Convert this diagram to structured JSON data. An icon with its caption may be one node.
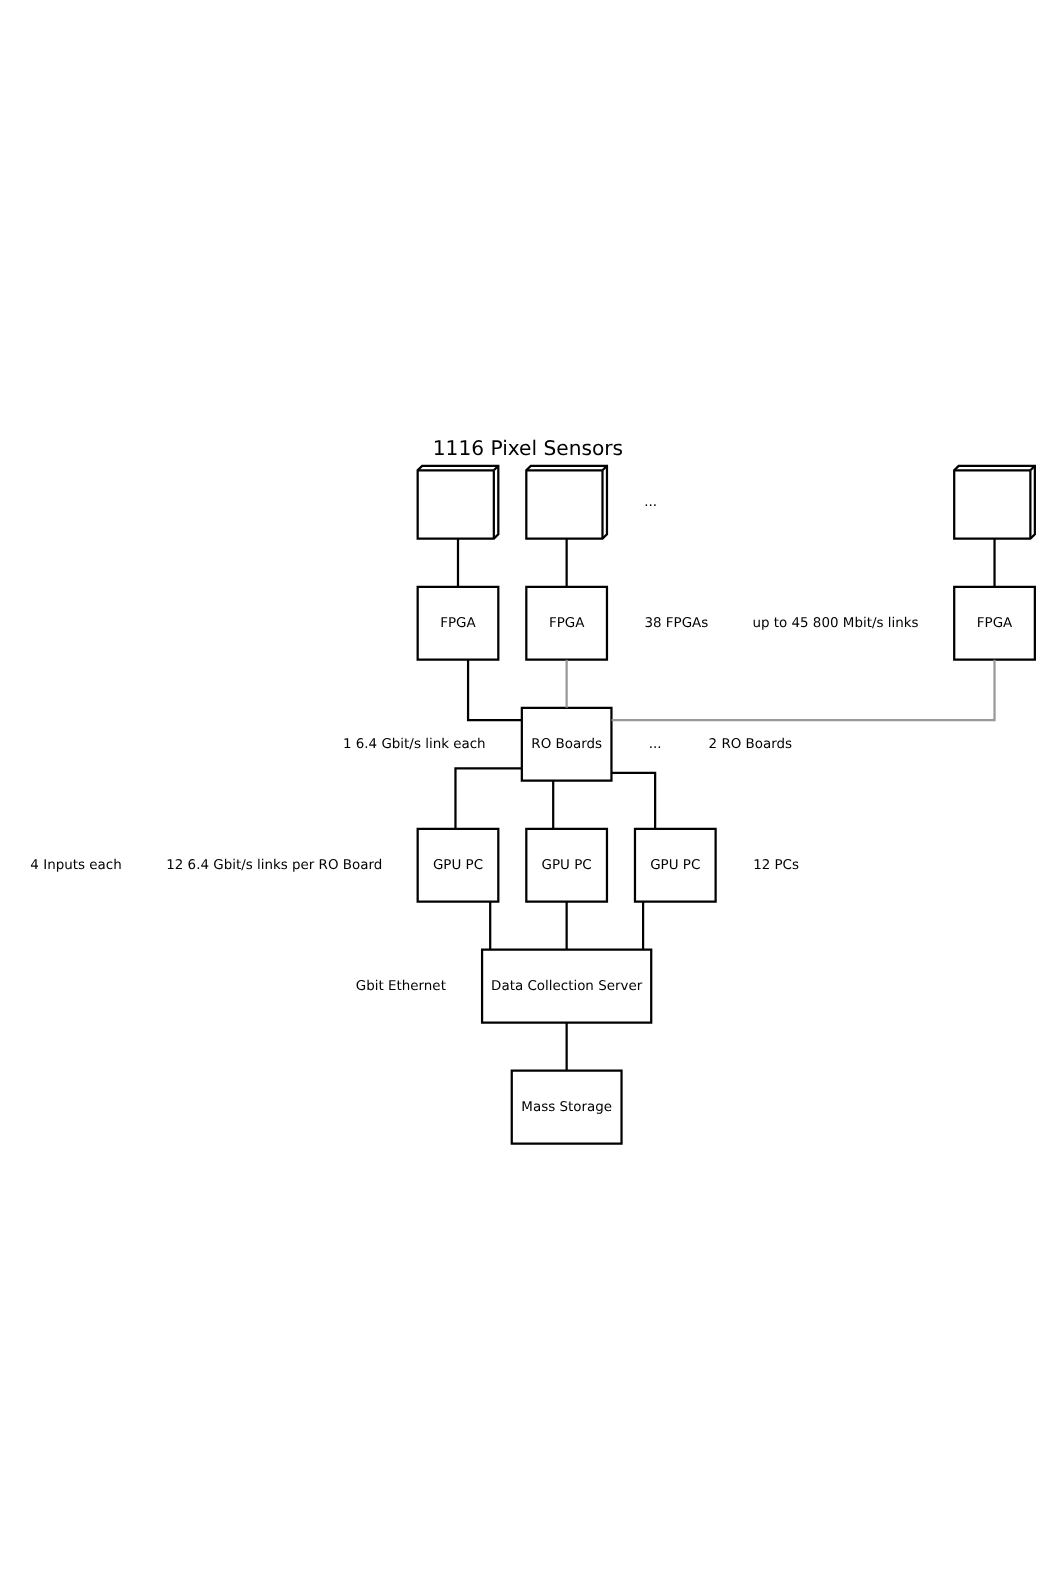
{
  "diagram": {
    "title": "1116 Pixel Sensors",
    "nodes": [
      {
        "text": [],
        "shape": "box"
      },
      {
        "text": [],
        "shape": "box"
      },
      {
        "text": [],
        "shape": "box"
      },
      {
        "text": [
          "FPGA"
        ]
      },
      {
        "text": [
          "FPGA"
        ]
      },
      {
        "text": [
          "FPGA"
        ]
      },
      {
        "text": [
          "RO Boards"
        ]
      },
      {
        "text": [
          "GPU PC"
        ]
      },
      {
        "text": [
          "GPU PC"
        ]
      },
      {
        "text": [
          "GPU PC"
        ]
      },
      {
        "text": [
          "Data Collection Server"
        ]
      },
      {
        "text": [
          "Mass Storage"
        ]
      }
    ],
    "edges": [
      {
        "from": 0,
        "to": 3,
        "arrow": "none"
      },
      {
        "from": 1,
        "to": 4,
        "arrow": "none"
      },
      {
        "from": 2,
        "to": 5,
        "arrow": "none"
      },
      {
        "from": 3,
        "to": 6,
        "arrow": "none"
      },
      {
        "from": 4,
        "to": 6,
        "arrow": "none",
        "color": "#999999"
      },
      {
        "from": 5,
        "to": 6,
        "arrow": "none",
        "color": "#999999"
      },
      {
        "from": 6,
        "to": 7,
        "arrow": "none"
      },
      {
        "from": 6,
        "to": 8,
        "arrow": "none"
      },
      {
        "from": 6,
        "to": 9,
        "arrow": "none"
      },
      {
        "from": 7,
        "to": 10,
        "arrow": "none"
      },
      {
        "from": 8,
        "to": 10,
        "arrow": "none"
      },
      {
        "from": 9,
        "to": 10,
        "arrow": "none"
      },
      {
        "from": 10,
        "to": 11,
        "arrow": "none"
      }
    ],
    "labels": [
      "up to 45 800 Mbit/s links",
      "...",
      "38 FPGAs",
      "1 6.4 Gbit/s link each",
      "2 RO Boards",
      "12 6.4 Gbit/s links per RO Board",
      "...",
      "4 Inputs each",
      "12 PCs",
      "Gbit Ethernet"
    ]
  }
}
